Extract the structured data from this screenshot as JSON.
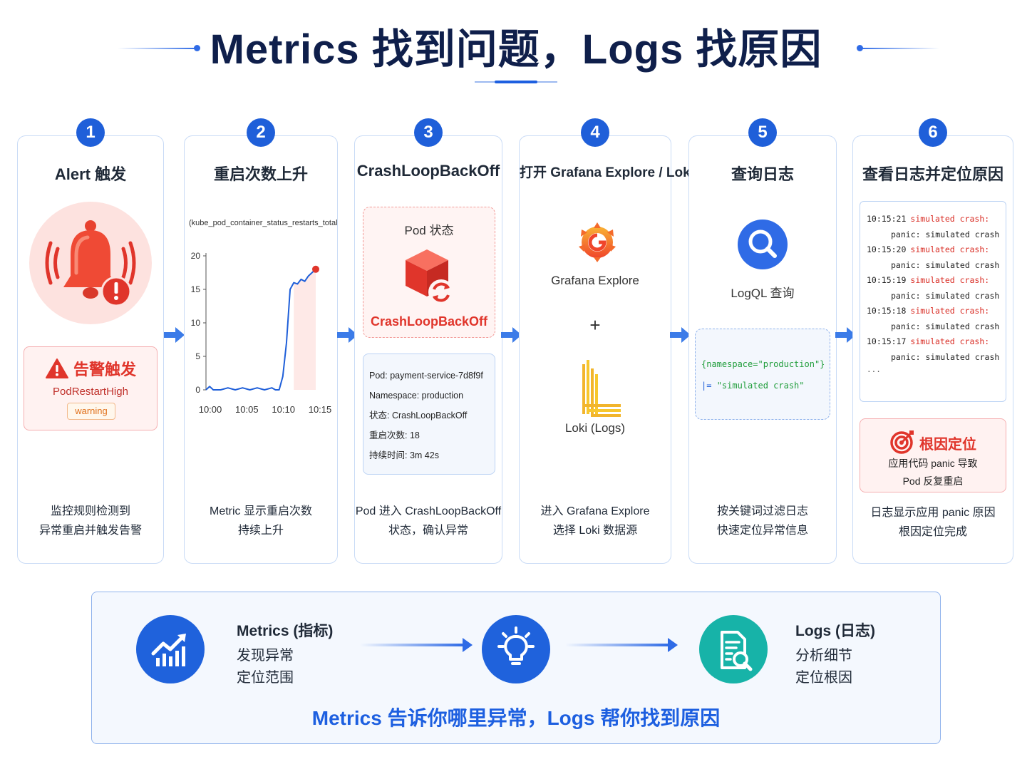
{
  "title": "Metrics 找到问题，Logs 找原因",
  "colors": {
    "accent": "#1f5fd9",
    "alert": "#e0352b",
    "navy": "#0f1f4b",
    "log_green": "#1f9d3a"
  },
  "steps": [
    {
      "num": "1",
      "title": "Alert 触发",
      "desc_l1": "监控规则检测到",
      "desc_l2": "异常重启并触发告警"
    },
    {
      "num": "2",
      "title": "重启次数上升",
      "desc_l1": "Metric 显示重启次数",
      "desc_l2": "持续上升"
    },
    {
      "num": "3",
      "title": "CrashLoopBackOff",
      "desc_l1": "Pod 进入 CrashLoopBackOff",
      "desc_l2": "状态，确认异常"
    },
    {
      "num": "4",
      "title": "打开 Grafana Explore / Loki",
      "desc_l1": "进入 Grafana Explore",
      "desc_l2": "选择 Loki 数据源"
    },
    {
      "num": "5",
      "title": "查询日志",
      "desc_l1": "按关键词过滤日志",
      "desc_l2": "快速定位异常信息"
    },
    {
      "num": "6",
      "title": "查看日志并定位原因",
      "desc_l1": "日志显示应用 panic 原因",
      "desc_l2": "根因定位完成"
    }
  ],
  "alert": {
    "icon": "bell-alert-icon",
    "heading": "告警触发",
    "name": "PodRestartHigh",
    "severity": "warning"
  },
  "chart_data": {
    "type": "line",
    "title": "(kube_pod_container_status_restarts_total",
    "xlabel": "",
    "ylabel": "",
    "categories": [
      "10:00",
      "10:05",
      "10:10",
      "10:15"
    ],
    "x": [
      0,
      0.5,
      1,
      2,
      3,
      4,
      5,
      6,
      7,
      8,
      9,
      9.5,
      10,
      10.5,
      11,
      11.5,
      12,
      12.5,
      13,
      13.5,
      14,
      14.5,
      15
    ],
    "values": [
      0,
      0.5,
      0,
      0,
      0.3,
      0,
      0.3,
      0,
      0.3,
      0,
      0.3,
      0,
      0,
      2,
      7,
      15,
      16,
      15.8,
      16.5,
      16.2,
      17,
      17.5,
      18
    ],
    "ylim": [
      0,
      20
    ],
    "yticks": [
      0,
      5,
      10,
      15,
      20
    ],
    "xlim": [
      0,
      15
    ],
    "grid": false,
    "line_color": "#1f5fd9",
    "marker_color": "#e0352b"
  },
  "pod": {
    "box_title": "Pod 状态",
    "status": "CrashLoopBackOff",
    "info": [
      {
        "key": "Pod:",
        "value": "payment-service-7d8f9f"
      },
      {
        "key": "Namespace:",
        "value": "production"
      },
      {
        "key": "状态:",
        "value": "CrashLoopBackOff"
      },
      {
        "key": "重启次数:",
        "value": "18"
      },
      {
        "key": "持续时间:",
        "value": "3m 42s"
      }
    ]
  },
  "explore": {
    "grafana_label": "Grafana Explore",
    "plus": "+",
    "loki_label": "Loki (Logs)"
  },
  "query": {
    "label": "LogQL 查询",
    "line1": "{namespace=\"production\"}",
    "line2_op": "|=",
    "line2_str": "\"simulated crash\""
  },
  "logs": {
    "entries": [
      {
        "ts": "10:15:21",
        "err": "simulated crash:",
        "detail": "panic: simulated crash"
      },
      {
        "ts": "10:15:20",
        "err": "simulated crash:",
        "detail": "panic: simulated crash"
      },
      {
        "ts": "10:15:19",
        "err": "simulated crash:",
        "detail": "panic: simulated crash"
      },
      {
        "ts": "10:15:18",
        "err": "simulated crash:",
        "detail": "panic: simulated crash"
      },
      {
        "ts": "10:15:17",
        "err": "simulated crash:",
        "detail": "panic: simulated crash"
      }
    ],
    "more": "..."
  },
  "root_cause": {
    "heading": "根因定位",
    "line1": "应用代码 panic 导致",
    "line2": "Pod 反复重启"
  },
  "summary": {
    "metrics_heading": "Metrics (指标)",
    "metrics_l1": "发现异常",
    "metrics_l2": "定位范围",
    "logs_heading": "Logs (日志)",
    "logs_l1": "分析细节",
    "logs_l2": "定位根因",
    "footer": "Metrics 告诉你哪里异常，Logs 帮你找到原因"
  }
}
